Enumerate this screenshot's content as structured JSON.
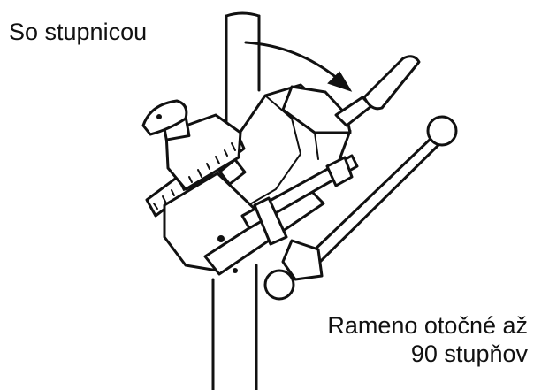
{
  "labels": {
    "top_left": "So stupnicou",
    "bottom_right_line1": "Rameno otočné až",
    "bottom_right_line2": "90 stupňov"
  },
  "colors": {
    "ink": "#111111",
    "background": "#ffffff"
  }
}
